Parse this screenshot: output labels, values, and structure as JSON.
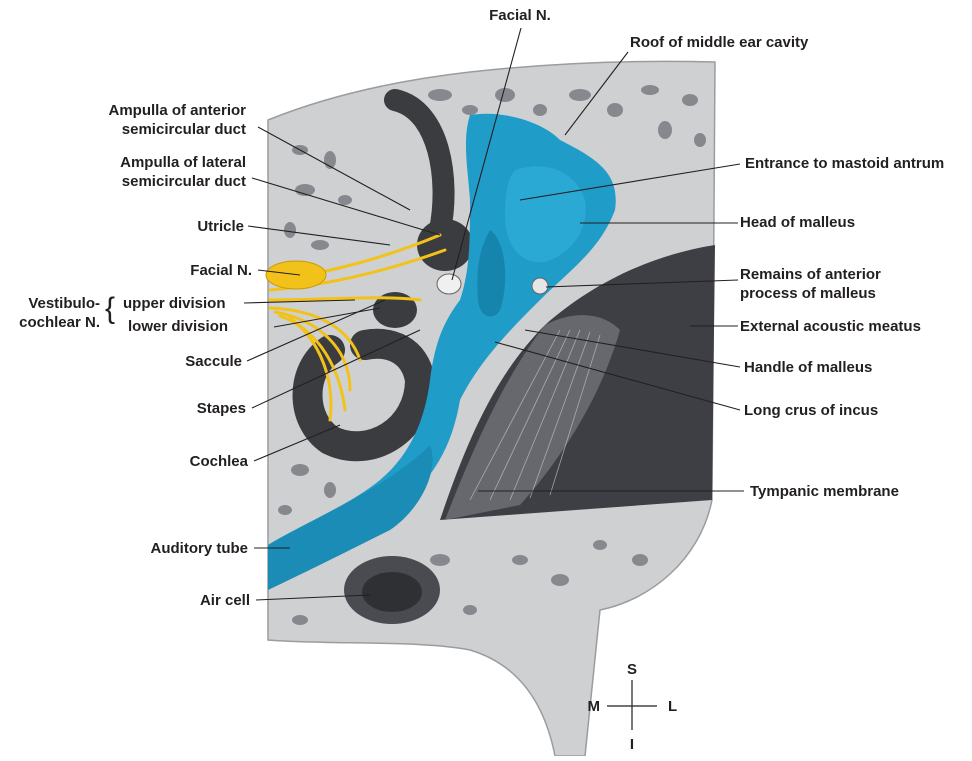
{
  "colors": {
    "bone": "#cfd0d2",
    "bone_dark": "#8f9196",
    "cavity_blue": "#1f9cc8",
    "nerve_yellow": "#f2c21a",
    "canal_dark": "#3b3c40",
    "leader": "#231f20"
  },
  "labels_left": {
    "ampulla_anterior_1": "Ampulla of anterior",
    "ampulla_anterior_2": "semicircular duct",
    "ampulla_lateral_1": "Ampulla of lateral",
    "ampulla_lateral_2": "semicircular duct",
    "utricle": "Utricle",
    "facial_n": "Facial N.",
    "vestibulo_1": "Vestibulo-",
    "vestibulo_2": "cochlear N.",
    "upper_division": "upper division",
    "lower_division": "lower division",
    "saccule": "Saccule",
    "stapes": "Stapes",
    "cochlea": "Cochlea",
    "auditory_tube": "Auditory tube",
    "air_cell": "Air cell"
  },
  "labels_right": {
    "facial_n_top": "Facial N.",
    "roof": "Roof of middle ear cavity",
    "mastoid": "Entrance to mastoid antrum",
    "head_malleus": "Head of malleus",
    "remains_1": "Remains of anterior",
    "remains_2": "process of malleus",
    "external_meatus": "External acoustic meatus",
    "handle_malleus": "Handle of malleus",
    "long_crus": "Long crus of incus",
    "tympanic": "Tympanic membrane"
  },
  "orientation": {
    "superior": "S",
    "inferior": "I",
    "medial": "M",
    "lateral": "L"
  }
}
